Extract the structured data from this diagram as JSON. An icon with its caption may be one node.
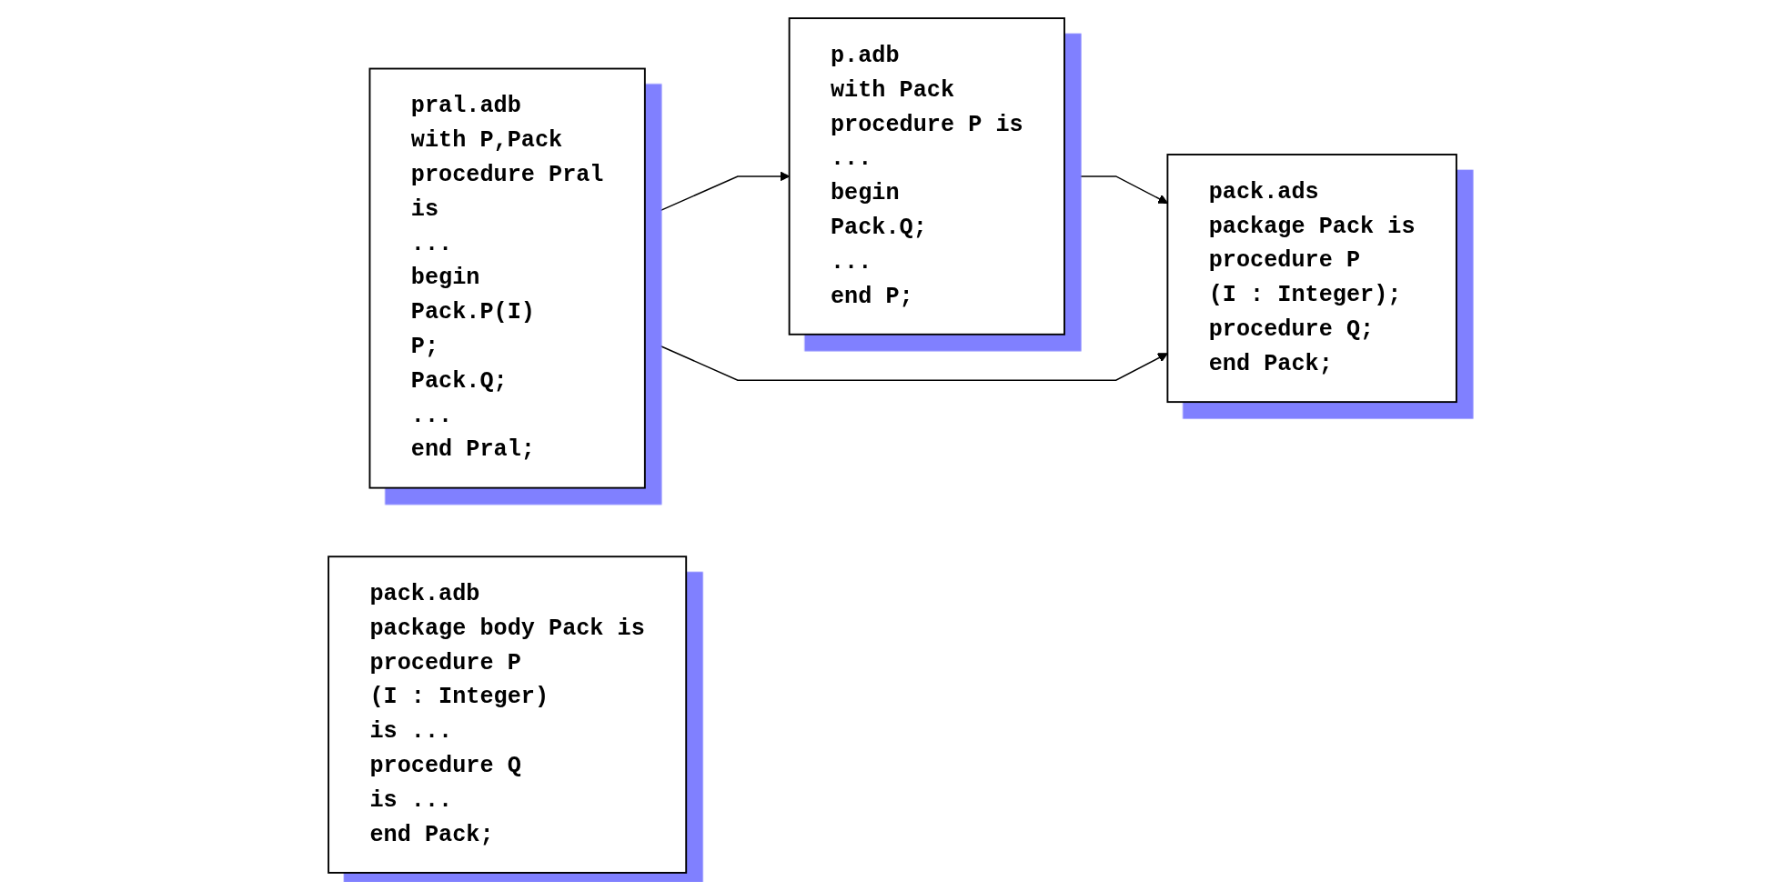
{
  "diagram": {
    "nodes": [
      {
        "text": [
          "pral.adb",
          "with P,Pack",
          "procedure Pral",
          "is",
          "...",
          "begin",
          "Pack.P(I)",
          "P;",
          "Pack.Q;",
          "...",
          "end Pral;"
        ]
      },
      {
        "text": [
          "p.adb",
          "with Pack",
          "procedure P is",
          "...",
          "begin",
          "Pack.Q;",
          "...",
          "end P;"
        ]
      },
      {
        "text": [
          "pack.ads",
          "package Pack is",
          "procedure P",
          "(I : Integer);",
          "procedure Q;",
          "end Pack;"
        ]
      },
      {
        "text": [
          "pack.adb",
          "package body Pack is",
          "procedure P",
          "(I : Integer)",
          "is ...",
          "procedure Q",
          "is ...",
          "end Pack;"
        ]
      }
    ],
    "edges": [
      {
        "from": 0,
        "to": 1,
        "arrow": "to"
      },
      {
        "from": 1,
        "to": 2,
        "arrow": "to"
      },
      {
        "from": 0,
        "to": 2,
        "arrow": "to"
      }
    ]
  }
}
